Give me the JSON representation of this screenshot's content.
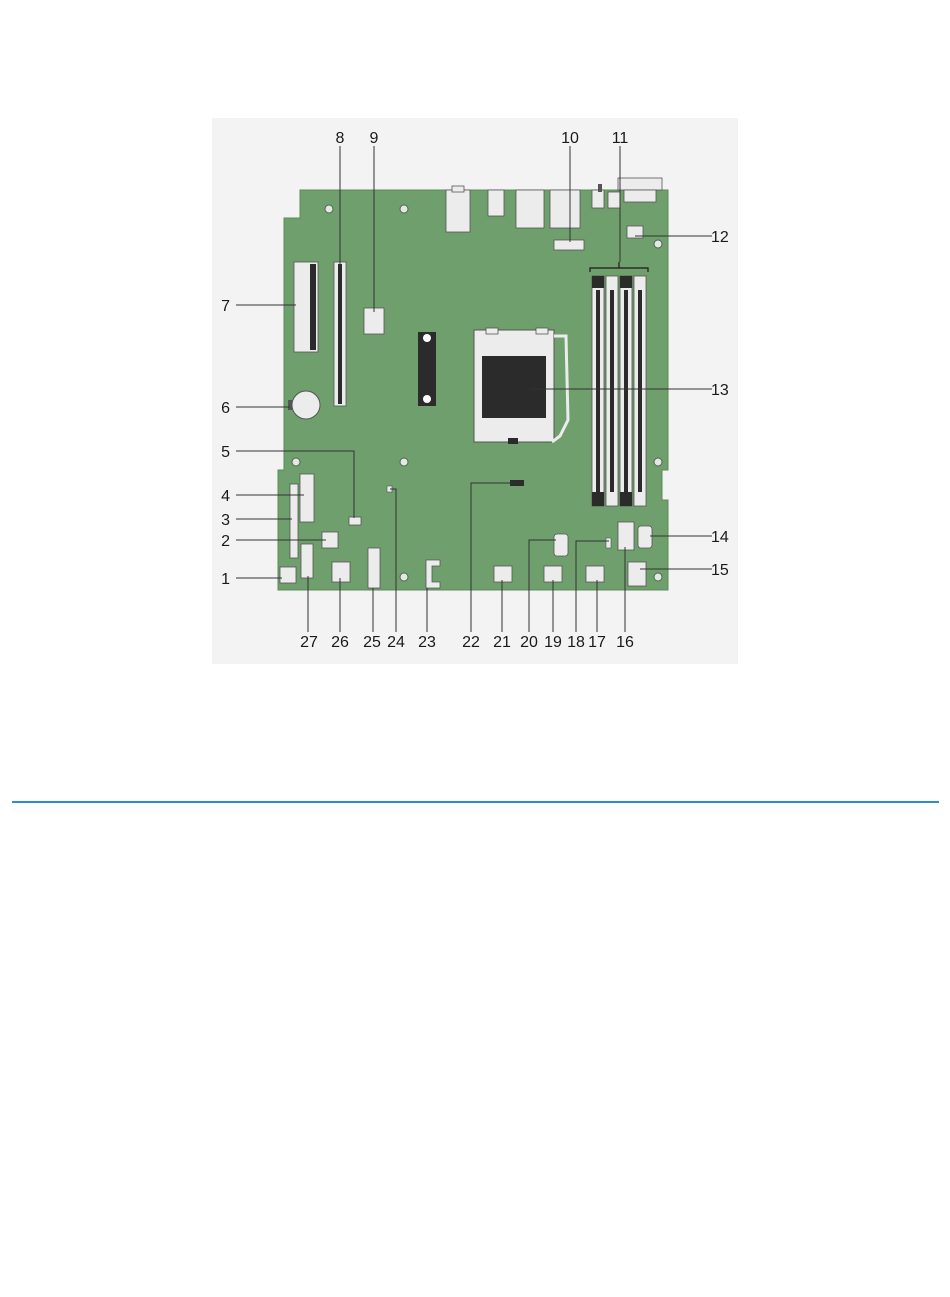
{
  "figure": {
    "callouts": [
      "1",
      "2",
      "3",
      "4",
      "5",
      "6",
      "7",
      "8",
      "9",
      "10",
      "11",
      "12",
      "13",
      "14",
      "15",
      "16",
      "17",
      "18",
      "19",
      "20",
      "21",
      "22",
      "23",
      "24",
      "25",
      "26",
      "27"
    ]
  },
  "colors": {
    "board": "#6f9f6c",
    "board_edge": "#5d8a5a",
    "connector_light": "#ececec",
    "connector_dark": "#2b2b2b",
    "leader": "#333333",
    "rule": "#2a8fd0"
  }
}
